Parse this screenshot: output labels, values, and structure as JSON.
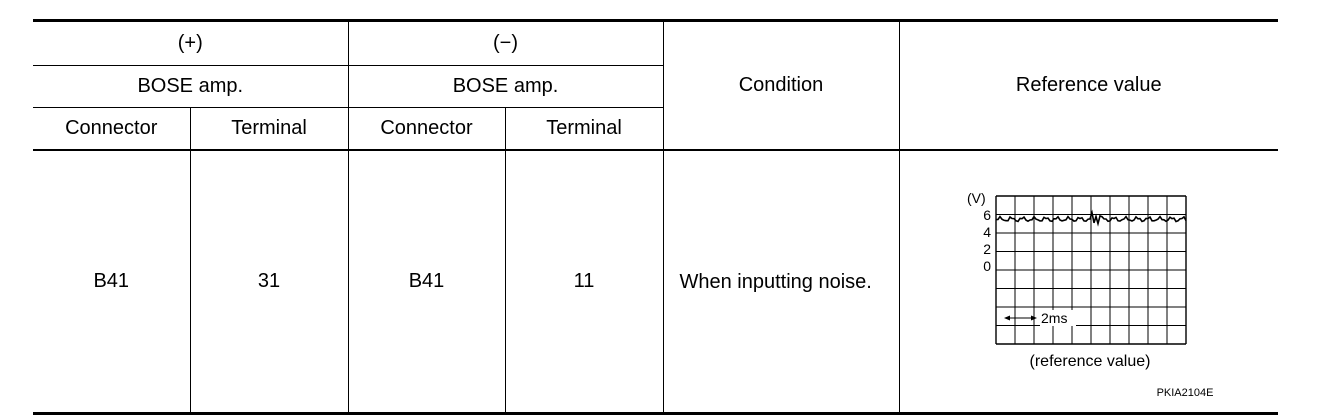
{
  "header": {
    "plus": "(+)",
    "minus": "(−)",
    "plus_sub": "BOSE amp.",
    "minus_sub": "BOSE amp.",
    "condition": "Condition",
    "reference": "Reference value",
    "connector_1": "Connector",
    "terminal_1": "Terminal",
    "connector_2": "Connector",
    "terminal_2": "Terminal"
  },
  "row": {
    "plus_connector": "B41",
    "plus_terminal": "31",
    "minus_connector": "B41",
    "minus_terminal": "11",
    "condition": "When inputting noise."
  },
  "waveform": {
    "unit_label": "(V)",
    "y_ticks": [
      "6",
      "4",
      "2",
      "0"
    ],
    "time_label": "2ms",
    "caption": "(reference value)",
    "figure_code": "PKIA2104E",
    "signal_level_v": 5.5
  }
}
